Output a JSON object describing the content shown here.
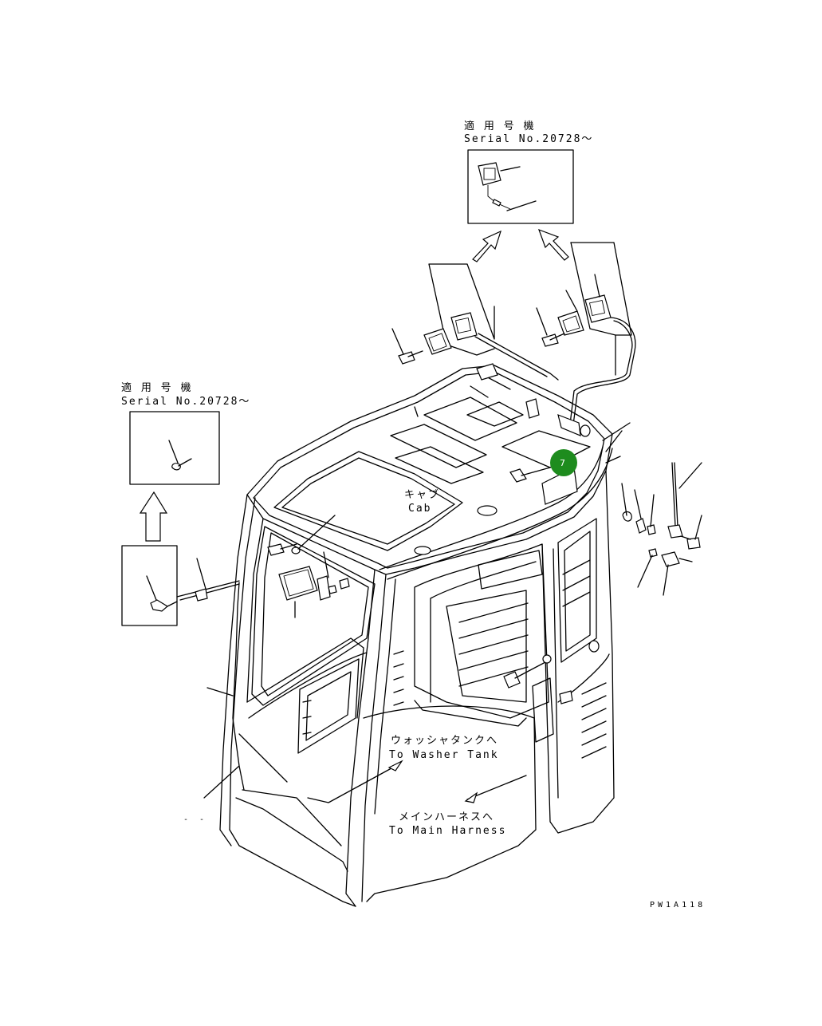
{
  "labels": {
    "serial_top_jp": "適 用 号 機",
    "serial_top_en": "Serial No.20728～",
    "serial_left_jp": "適 用 号 機",
    "serial_left_en": "Serial No.20728～",
    "cab_jp": "キャブ",
    "cab_en": "Cab",
    "washer_jp": "ウォッシャタンクへ",
    "washer_en": "To Washer Tank",
    "harness_jp": "メインハーネスへ",
    "harness_en": "To Main Harness",
    "drawing_code": "PW1A118",
    "dash_mark": "- -"
  },
  "callout": {
    "number": "7",
    "color": "#1e8c1e"
  }
}
